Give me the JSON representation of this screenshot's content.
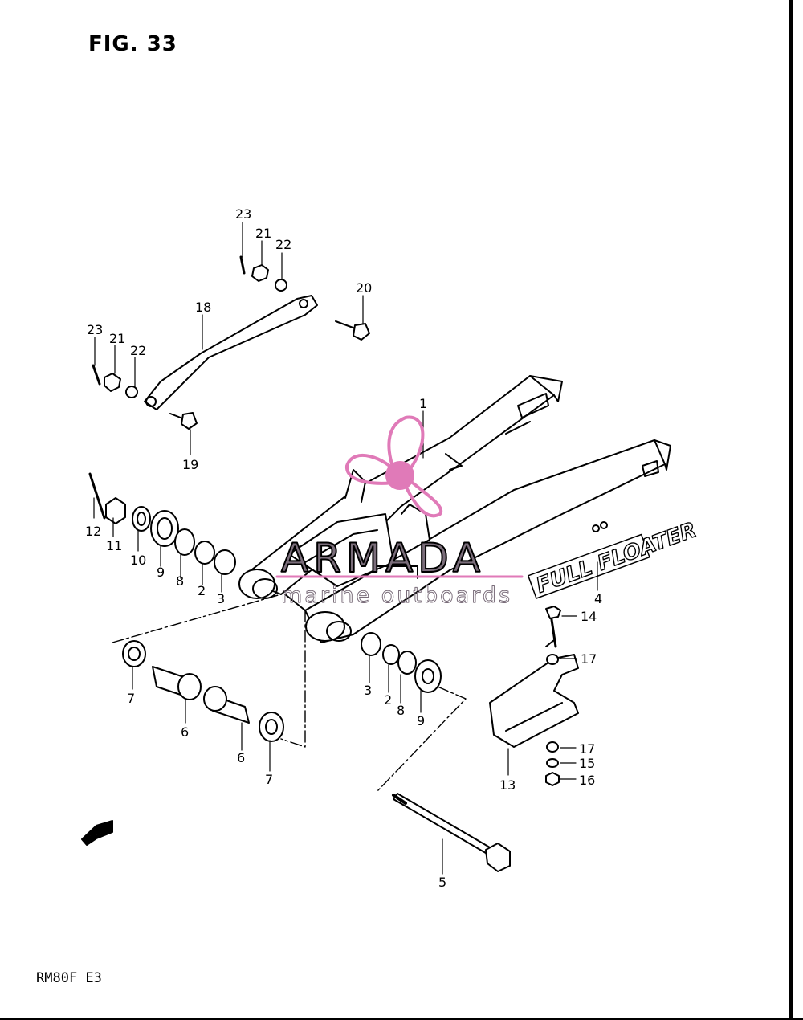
{
  "figure": {
    "title": "FIG. 33",
    "model": "RM80F  E3"
  },
  "logo_text": "FULL FLOATER",
  "fwd_label": "FWD",
  "watermark": {
    "brand": "ARMADA",
    "tagline": "marine outboards",
    "accent_color": "#e07ab8"
  },
  "callouts": [
    {
      "id": "c-23a",
      "label": "23"
    },
    {
      "id": "c-21a",
      "label": "21"
    },
    {
      "id": "c-22a",
      "label": "22"
    },
    {
      "id": "c-20",
      "label": "20"
    },
    {
      "id": "c-18",
      "label": "18"
    },
    {
      "id": "c-23b",
      "label": "23"
    },
    {
      "id": "c-21b",
      "label": "21"
    },
    {
      "id": "c-22b",
      "label": "22"
    },
    {
      "id": "c-1",
      "label": "1"
    },
    {
      "id": "c-19",
      "label": "19"
    },
    {
      "id": "c-12",
      "label": "12"
    },
    {
      "id": "c-11",
      "label": "11"
    },
    {
      "id": "c-10",
      "label": "10"
    },
    {
      "id": "c-9a",
      "label": "9"
    },
    {
      "id": "c-8a",
      "label": "8"
    },
    {
      "id": "c-2a",
      "label": "2"
    },
    {
      "id": "c-3a",
      "label": "3"
    },
    {
      "id": "c-4",
      "label": "4"
    },
    {
      "id": "c-14",
      "label": "14"
    },
    {
      "id": "c-17a",
      "label": "17"
    },
    {
      "id": "c-7a",
      "label": "7"
    },
    {
      "id": "c-6a",
      "label": "6"
    },
    {
      "id": "c-6b",
      "label": "6"
    },
    {
      "id": "c-7b",
      "label": "7"
    },
    {
      "id": "c-3b",
      "label": "3"
    },
    {
      "id": "c-2b",
      "label": "2"
    },
    {
      "id": "c-8b",
      "label": "8"
    },
    {
      "id": "c-9b",
      "label": "9"
    },
    {
      "id": "c-13",
      "label": "13"
    },
    {
      "id": "c-17b",
      "label": "17"
    },
    {
      "id": "c-15",
      "label": "15"
    },
    {
      "id": "c-16",
      "label": "16"
    },
    {
      "id": "c-5",
      "label": "5"
    }
  ]
}
